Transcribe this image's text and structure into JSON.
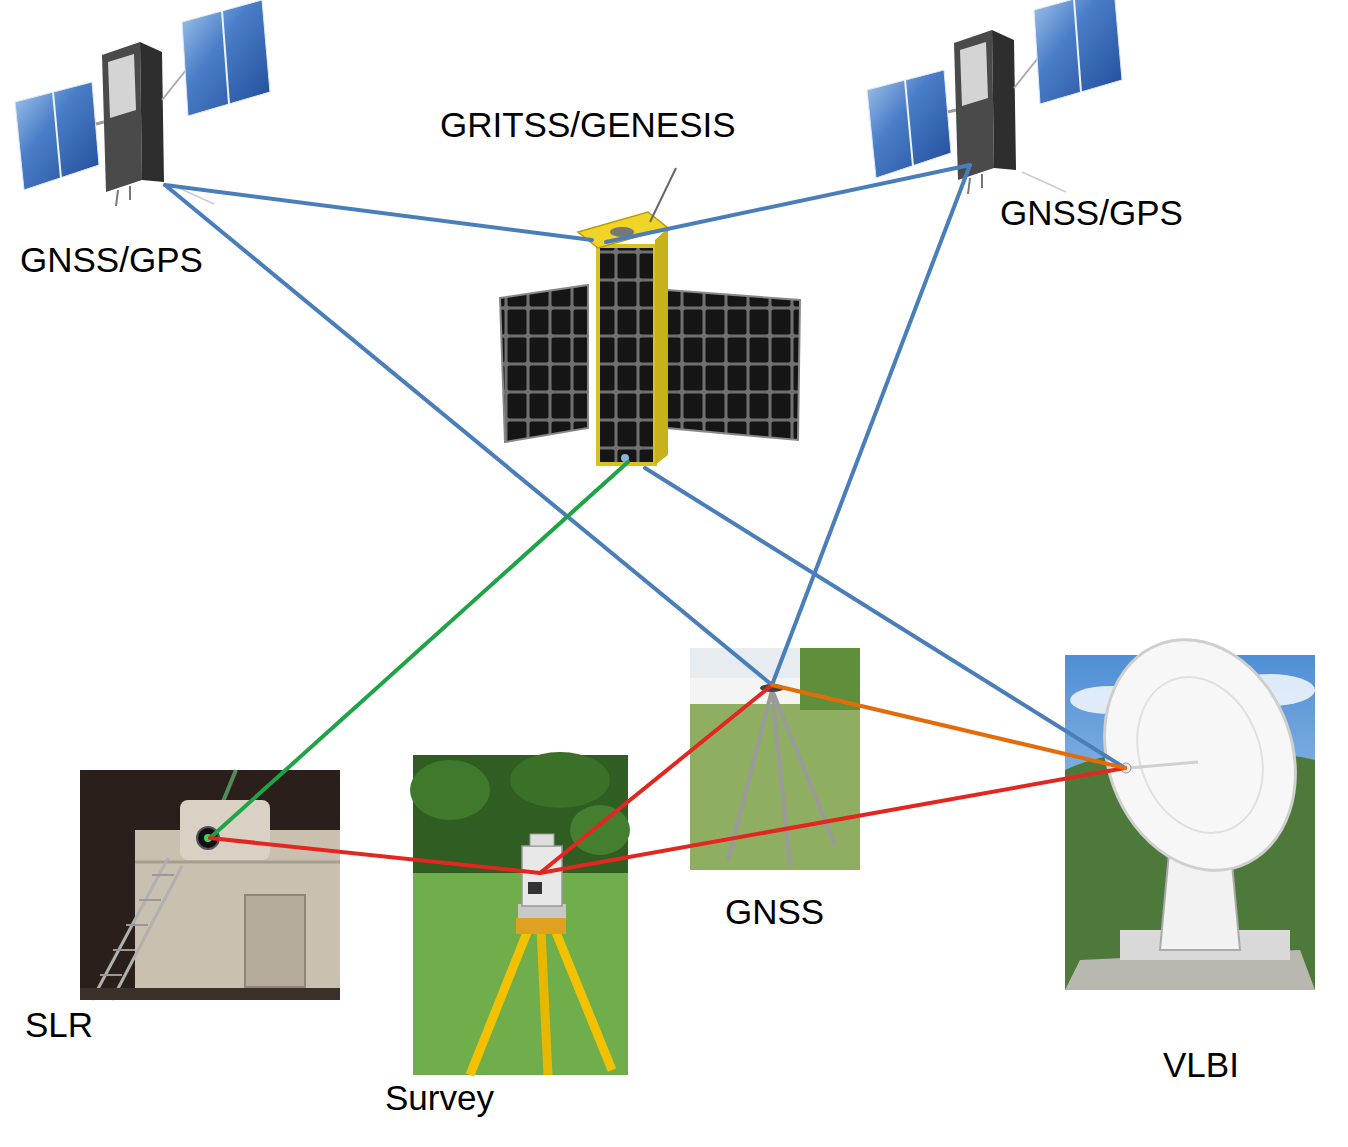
{
  "diagram": {
    "nodes": [
      {
        "text": [
          "GNSS/GPS"
        ]
      },
      {
        "text": [
          "GRITSS/GENESIS"
        ]
      },
      {
        "text": [
          "GNSS/GPS"
        ]
      },
      {
        "text": [
          "SLR"
        ]
      },
      {
        "text": [
          "Survey"
        ]
      },
      {
        "text": [
          "GNSS"
        ]
      },
      {
        "text": [
          "VLBI"
        ]
      }
    ],
    "edges": [
      {
        "from": 0,
        "to": 1,
        "arrow": "none"
      },
      {
        "from": 2,
        "to": 1,
        "arrow": "none"
      },
      {
        "from": 0,
        "to": 5,
        "arrow": "none"
      },
      {
        "from": 2,
        "to": 5,
        "arrow": "none"
      },
      {
        "from": 1,
        "to": 6,
        "arrow": "none"
      },
      {
        "from": 1,
        "to": 3,
        "arrow": "none"
      },
      {
        "from": 3,
        "to": 4,
        "arrow": "none"
      },
      {
        "from": 4,
        "to": 5,
        "arrow": "none"
      },
      {
        "from": 4,
        "to": 6,
        "arrow": "none"
      },
      {
        "from": 5,
        "to": 6,
        "arrow": "none"
      }
    ]
  }
}
